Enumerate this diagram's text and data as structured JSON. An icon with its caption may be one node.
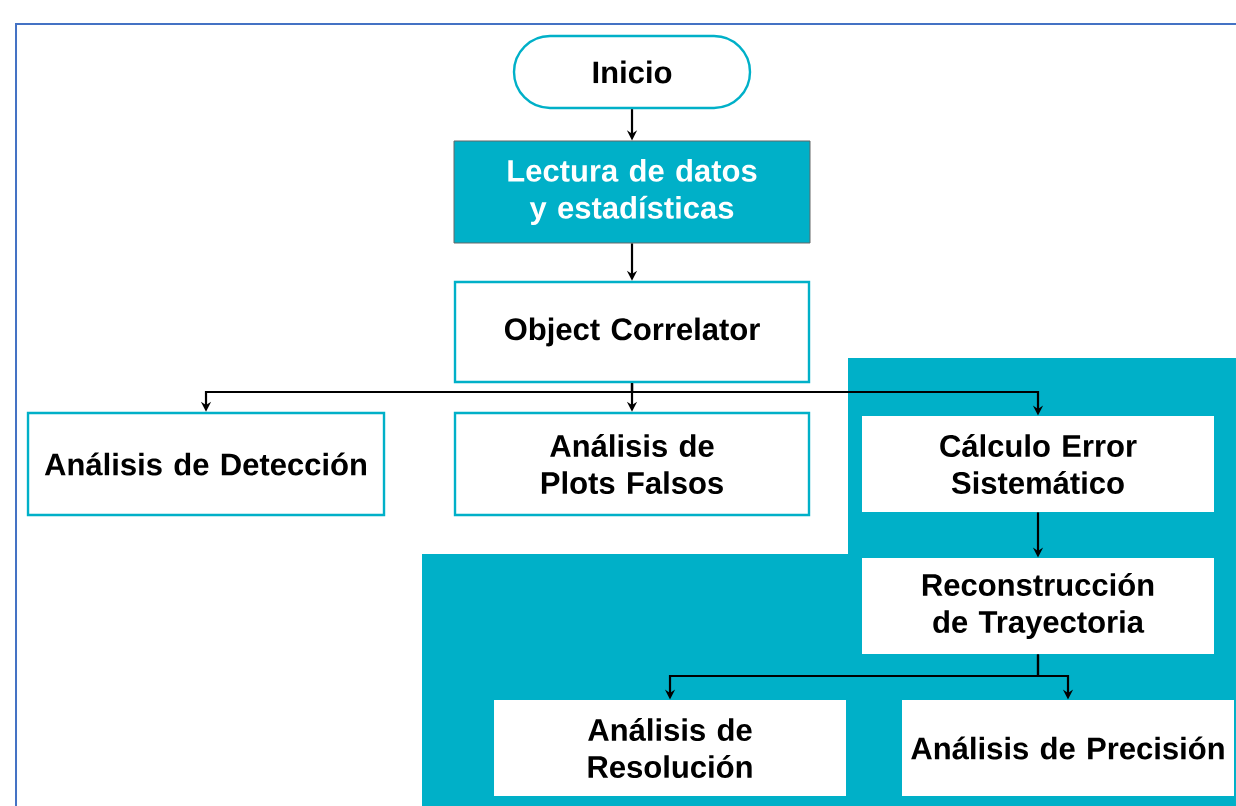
{
  "diagram": {
    "nodes": [
      {
        "text": [
          "Inicio"
        ]
      },
      {
        "text": [
          "Lectura de datos y estadísticas"
        ]
      },
      {
        "text": [
          "Object Correlator"
        ]
      },
      {
        "text": [
          "Análisis de Detección"
        ]
      },
      {
        "text": [
          "Análisis de Plots Falsos"
        ]
      },
      {
        "text": [],
        "shape": "box"
      },
      {
        "text": [
          "Cálculo Error Sistemático"
        ],
        "in": 5
      },
      {
        "text": [
          "Reconstrucción de Trayectoria"
        ],
        "in": 5
      },
      {
        "text": [
          "Análisis de Resolución"
        ],
        "in": 5
      },
      {
        "text": [
          "Análisis de Precisión"
        ],
        "in": 5
      }
    ],
    "edges": [
      {
        "from": 0,
        "to": 1,
        "arrow": "to"
      },
      {
        "from": 1,
        "to": 2,
        "arrow": "to"
      },
      {
        "from": 2,
        "to": 3,
        "arrow": "to"
      },
      {
        "from": 2,
        "to": 4,
        "arrow": "to"
      },
      {
        "from": 2,
        "to": 6,
        "arrow": "to"
      },
      {
        "from": 6,
        "to": 7,
        "arrow": "to"
      },
      {
        "from": 7,
        "to": 8,
        "arrow": "to"
      },
      {
        "from": 7,
        "to": 9,
        "arrow": "to"
      }
    ]
  }
}
